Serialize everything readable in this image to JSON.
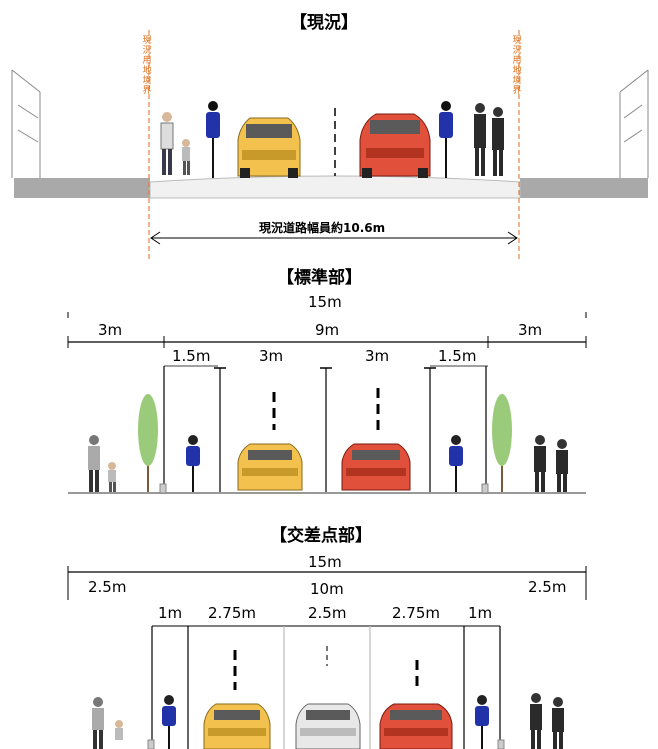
{
  "sections": {
    "current": {
      "title": "【現況】",
      "boundary_label_left": "現況用地境界",
      "boundary_label_right": "現況用地境界",
      "width_label": "現況道路幅員約10.6m"
    },
    "standard": {
      "title": "【標準部】",
      "total": "15m",
      "carriage": "9m",
      "sidewalk_left": "3m",
      "sidewalk_right": "3m",
      "bike_left": "1.5m",
      "lane_left": "3m",
      "lane_right": "3m",
      "bike_right": "1.5m"
    },
    "intersection": {
      "title": "【交差点部】",
      "total": "15m",
      "carriage": "10m",
      "sidewalk_left": "2.5m",
      "sidewalk_right": "2.5m",
      "bike_left": "1m",
      "lane_left": "2.75m",
      "lane_center": "2.5m",
      "lane_right": "2.75m",
      "bike_right": "1m"
    }
  },
  "colors": {
    "boundary": "#e07020",
    "ground": "#a9a9a9",
    "car_yellow": "#f2c14e",
    "car_red": "#e0503a",
    "car_white": "#e8e8e8",
    "cyclist": "#2233aa"
  }
}
